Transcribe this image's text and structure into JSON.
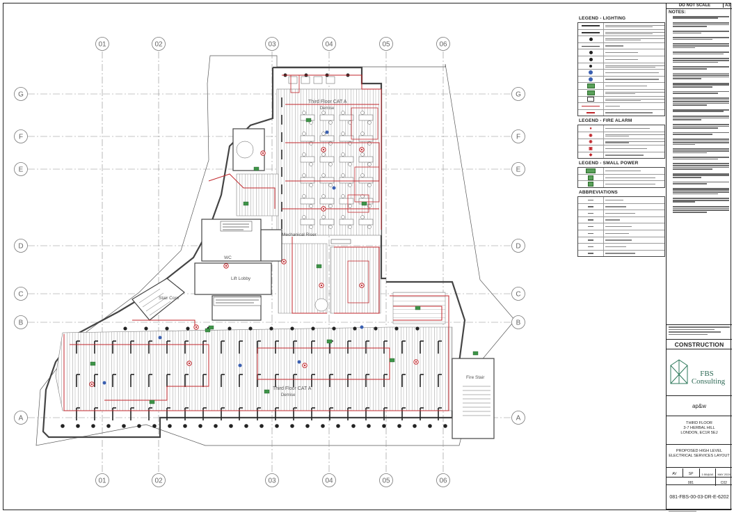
{
  "drawing": {
    "grid_columns": [
      "01",
      "02",
      "03",
      "04",
      "05",
      "06"
    ],
    "grid_rows": [
      "G",
      "F",
      "E",
      "D",
      "C",
      "B",
      "A"
    ],
    "room_labels": [
      {
        "key": "cat_a_upper",
        "text": "Third Floor CAT A"
      },
      {
        "key": "cat_a_upper_sub",
        "text": "Demise"
      },
      {
        "key": "mech",
        "text": "Mechanical Riser"
      },
      {
        "key": "wc",
        "text": "WC"
      },
      {
        "key": "lobby",
        "text": "Lift Lobby"
      },
      {
        "key": "stair_core",
        "text": "Stair Core"
      },
      {
        "key": "fire_stair",
        "text": "Fire Stair"
      },
      {
        "key": "cat_a_lower",
        "text": "Third Floor CAT A"
      },
      {
        "key": "cat_a_lower_sub",
        "text": "Demise"
      }
    ],
    "colors": {
      "wiring": "#c0262b",
      "line": "#444444",
      "hatch": "#9a9a9a",
      "grid": "#8c8c8c",
      "device": "#2e7d32",
      "fire": "#c0262b",
      "data": "#3a5fb0"
    }
  },
  "legend": {
    "lighting_title": "LEGEND - LIGHTING",
    "fire_title": "LEGEND - FIRE ALARM",
    "power_title": "LEGEND - SMALL POWER",
    "abbreviations_title": "ABBREVIATIONS"
  },
  "title_block": {
    "do_not_scale": "DO NOT SCALE",
    "sheet_size": "A3",
    "notes_title": "NOTES:",
    "status": "CONSTRUCTION",
    "consultant_line1": "FBS",
    "consultant_line2": "Consulting",
    "architect": "ap&w",
    "project_line1": "THIRD FLOOR",
    "project_line2": "3-7 HERBAL HILL",
    "project_line3": "LONDON, EC1R 5EJ",
    "title_line1": "PROPOSED HIGH LEVEL",
    "title_line2": "ELECTRICAL SERVICES LAYOUT",
    "drawn": "AV",
    "checked": "SP",
    "scale": "1:50@A0",
    "date": "MAY 2024",
    "job_no": "081",
    "revision": "C02",
    "drawing_number": "081-FBS-00-03-DR-E-6202"
  }
}
